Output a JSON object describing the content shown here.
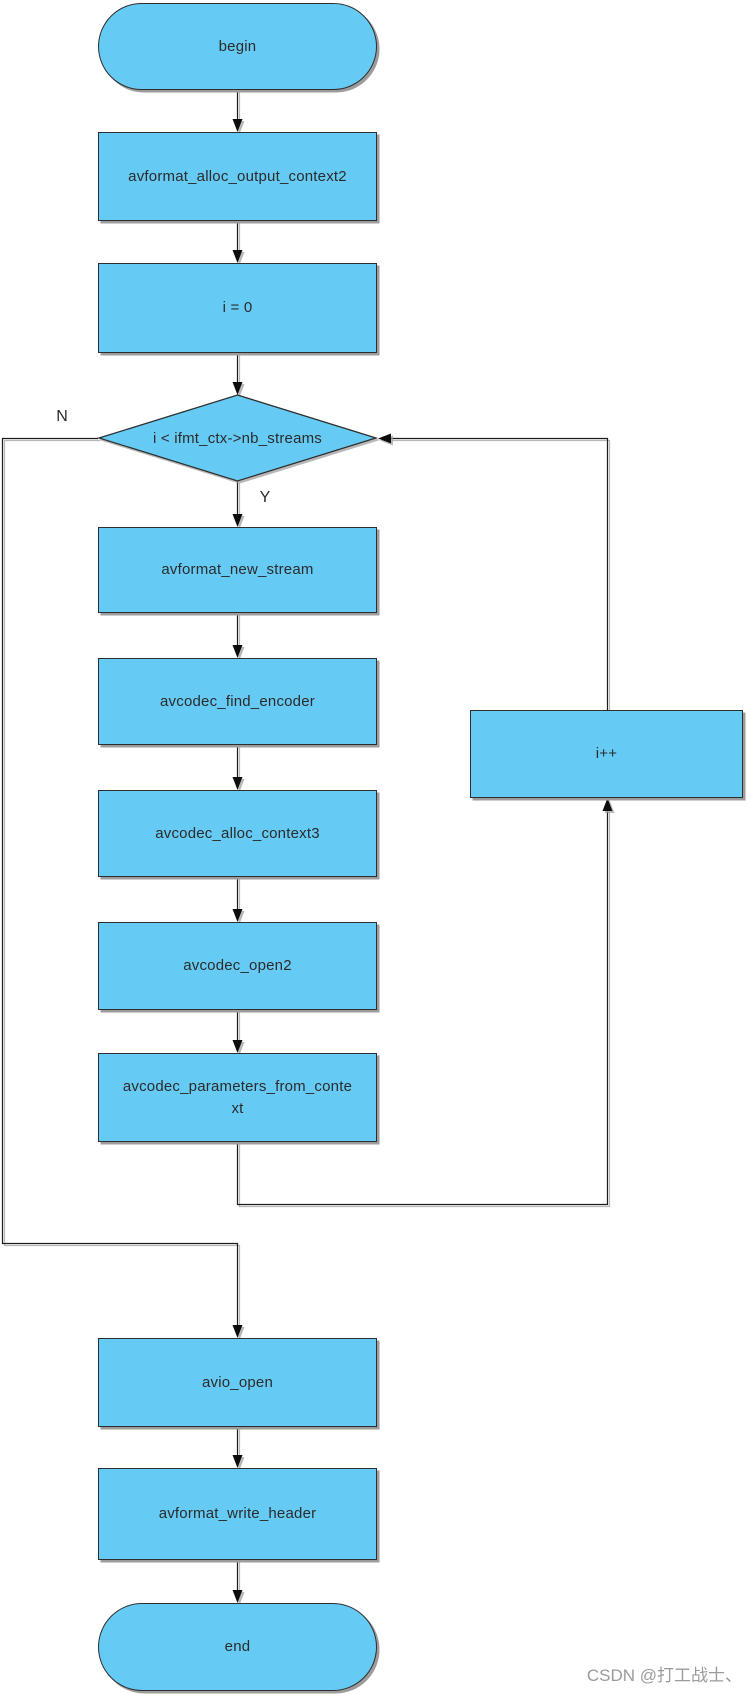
{
  "flowchart": {
    "nodes": {
      "begin": {
        "label": "begin"
      },
      "alloc_output": {
        "label": "avformat_alloc_output_context2"
      },
      "init_i": {
        "label": "i = 0"
      },
      "decision": {
        "label": "i < ifmt_ctx->nb_streams"
      },
      "new_stream": {
        "label": "avformat_new_stream"
      },
      "find_encoder": {
        "label": "avcodec_find_encoder"
      },
      "alloc_context3": {
        "label": "avcodec_alloc_context3"
      },
      "open2": {
        "label": "avcodec_open2"
      },
      "params_from_ctx": {
        "label": "avcodec_parameters_from_context"
      },
      "increment": {
        "label": "i++"
      },
      "avio_open": {
        "label": "avio_open"
      },
      "write_header": {
        "label": "avformat_write_header"
      },
      "end": {
        "label": "end"
      }
    },
    "branch_labels": {
      "no": "N",
      "yes": "Y"
    },
    "colors": {
      "node_fill": "#66cbf4",
      "node_border": "#2e2e2e",
      "line": "#1a1a1a",
      "shadow": "#9c9c9c"
    }
  },
  "watermark": {
    "text": "CSDN @打工战士、"
  }
}
